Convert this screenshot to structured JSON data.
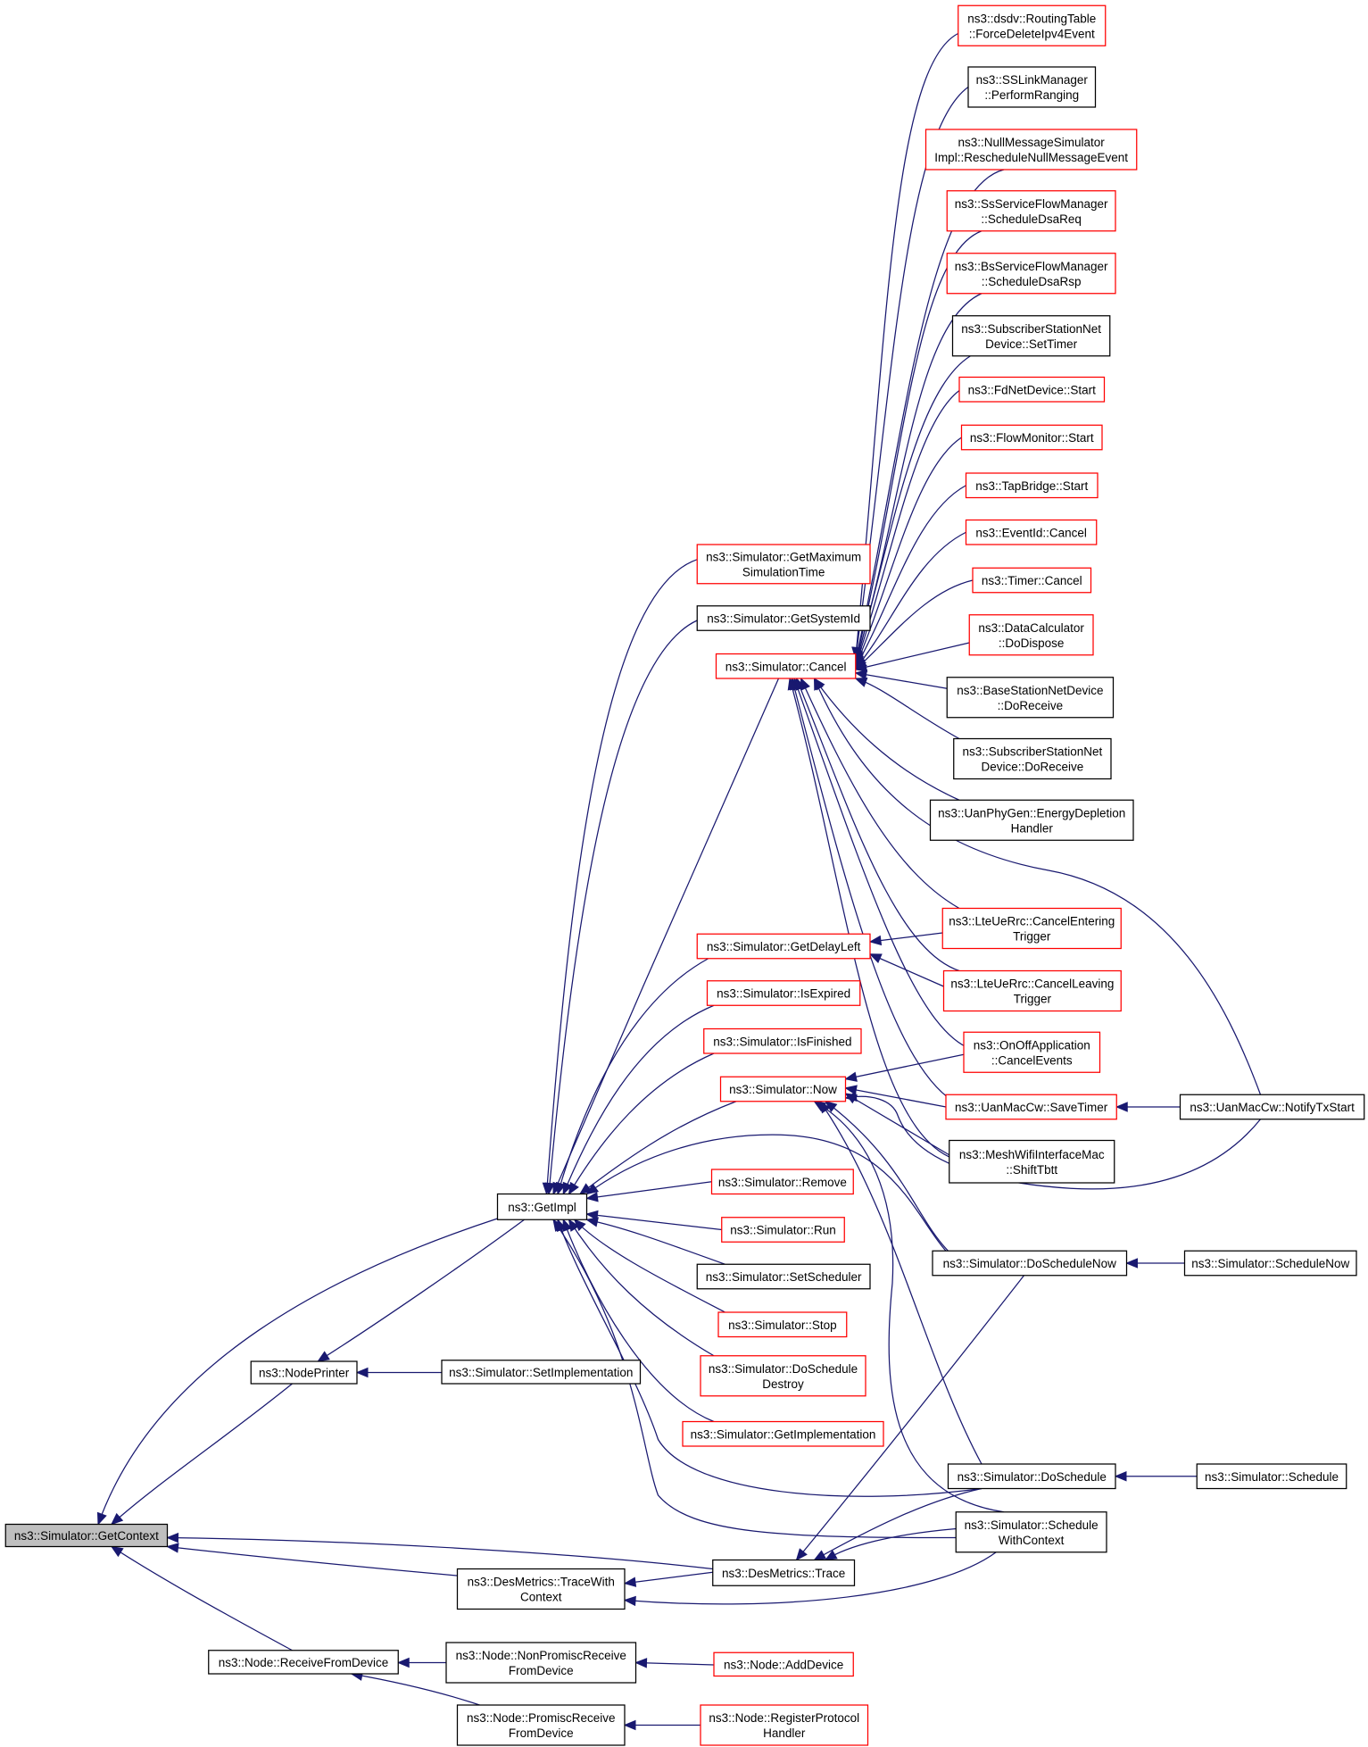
{
  "diagram": {
    "root": "ns3::Simulator::GetContext",
    "nodes": [
      {
        "id": "GetContext",
        "label": "ns3::Simulator::GetContext",
        "style": "root"
      },
      {
        "id": "NodePrinter",
        "label": "ns3::NodePrinter",
        "style": "black"
      },
      {
        "id": "GetImpl",
        "label": "ns3::GetImpl",
        "style": "black"
      },
      {
        "id": "TraceWithContext",
        "label": "ns3::DesMetrics::TraceWith\nContext",
        "style": "black"
      },
      {
        "id": "Trace",
        "label": "ns3::DesMetrics::Trace",
        "style": "black"
      },
      {
        "id": "ReceiveFromDevice",
        "label": "ns3::Node::ReceiveFromDevice",
        "style": "black"
      },
      {
        "id": "NonPromisc",
        "label": "ns3::Node::NonPromiscReceive\nFromDevice",
        "style": "black"
      },
      {
        "id": "Promisc",
        "label": "ns3::Node::PromiscReceive\nFromDevice",
        "style": "black"
      },
      {
        "id": "AddDevice",
        "label": "ns3::Node::AddDevice",
        "style": "red"
      },
      {
        "id": "RegisterProtocol",
        "label": "ns3::Node::RegisterProtocol\nHandler",
        "style": "red"
      },
      {
        "id": "SetImplementation",
        "label": "ns3::Simulator::SetImplementation",
        "style": "black"
      },
      {
        "id": "GetMaximum",
        "label": "ns3::Simulator::GetMaximum\nSimulationTime",
        "style": "red"
      },
      {
        "id": "GetSystemId",
        "label": "ns3::Simulator::GetSystemId",
        "style": "black"
      },
      {
        "id": "Cancel",
        "label": "ns3::Simulator::Cancel",
        "style": "red"
      },
      {
        "id": "GetDelayLeft",
        "label": "ns3::Simulator::GetDelayLeft",
        "style": "red"
      },
      {
        "id": "IsExpired",
        "label": "ns3::Simulator::IsExpired",
        "style": "red"
      },
      {
        "id": "IsFinished",
        "label": "ns3::Simulator::IsFinished",
        "style": "red"
      },
      {
        "id": "Now",
        "label": "ns3::Simulator::Now",
        "style": "red"
      },
      {
        "id": "Remove",
        "label": "ns3::Simulator::Remove",
        "style": "red"
      },
      {
        "id": "Run",
        "label": "ns3::Simulator::Run",
        "style": "red"
      },
      {
        "id": "SetScheduler",
        "label": "ns3::Simulator::SetScheduler",
        "style": "black"
      },
      {
        "id": "Stop",
        "label": "ns3::Simulator::Stop",
        "style": "red"
      },
      {
        "id": "DoScheduleDestroy",
        "label": "ns3::Simulator::DoSchedule\nDestroy",
        "style": "red"
      },
      {
        "id": "GetImplementation",
        "label": "ns3::Simulator::GetImplementation",
        "style": "red"
      },
      {
        "id": "ForceDelete",
        "label": "ns3::dsdv::RoutingTable\n::ForceDeleteIpv4Event",
        "style": "red"
      },
      {
        "id": "PerformRanging",
        "label": "ns3::SSLinkManager\n::PerformRanging",
        "style": "black"
      },
      {
        "id": "NullMessage",
        "label": "ns3::NullMessageSimulator\nImpl::RescheduleNullMessageEvent",
        "style": "red"
      },
      {
        "id": "SsDsaReq",
        "label": "ns3::SsServiceFlowManager\n::ScheduleDsaReq",
        "style": "red"
      },
      {
        "id": "BsDsaRsp",
        "label": "ns3::BsServiceFlowManager\n::ScheduleDsaRsp",
        "style": "red"
      },
      {
        "id": "SubSetTimer",
        "label": "ns3::SubscriberStationNet\nDevice::SetTimer",
        "style": "black"
      },
      {
        "id": "FdStart",
        "label": "ns3::FdNetDevice::Start",
        "style": "red"
      },
      {
        "id": "FlowStart",
        "label": "ns3::FlowMonitor::Start",
        "style": "red"
      },
      {
        "id": "TapStart",
        "label": "ns3::TapBridge::Start",
        "style": "red"
      },
      {
        "id": "EventCancel",
        "label": "ns3::EventId::Cancel",
        "style": "red"
      },
      {
        "id": "TimerCancel",
        "label": "ns3::Timer::Cancel",
        "style": "red"
      },
      {
        "id": "DataCalc",
        "label": "ns3::DataCalculator\n::DoDispose",
        "style": "red"
      },
      {
        "id": "BaseDoReceive",
        "label": "ns3::BaseStationNetDevice\n::DoReceive",
        "style": "black"
      },
      {
        "id": "SubDoReceive",
        "label": "ns3::SubscriberStationNet\nDevice::DoReceive",
        "style": "black"
      },
      {
        "id": "UanEnergy",
        "label": "ns3::UanPhyGen::EnergyDepletion\nHandler",
        "style": "black"
      },
      {
        "id": "LteEntering",
        "label": "ns3::LteUeRrc::CancelEntering\nTrigger",
        "style": "red"
      },
      {
        "id": "LteLeaving",
        "label": "ns3::LteUeRrc::CancelLeaving\nTrigger",
        "style": "red"
      },
      {
        "id": "OnOff",
        "label": "ns3::OnOffApplication\n::CancelEvents",
        "style": "red"
      },
      {
        "id": "SaveTimer",
        "label": "ns3::UanMacCw::SaveTimer",
        "style": "red"
      },
      {
        "id": "ShiftTbtt",
        "label": "ns3::MeshWifiInterfaceMac\n::ShiftTbtt",
        "style": "black"
      },
      {
        "id": "NotifyTxStart",
        "label": "ns3::UanMacCw::NotifyTxStart",
        "style": "black"
      },
      {
        "id": "DoScheduleNow",
        "label": "ns3::Simulator::DoScheduleNow",
        "style": "black"
      },
      {
        "id": "ScheduleNow",
        "label": "ns3::Simulator::ScheduleNow",
        "style": "black"
      },
      {
        "id": "DoSchedule",
        "label": "ns3::Simulator::DoSchedule",
        "style": "black"
      },
      {
        "id": "Schedule",
        "label": "ns3::Simulator::Schedule",
        "style": "black"
      },
      {
        "id": "ScheduleWithContext",
        "label": "ns3::Simulator::Schedule\nWithContext",
        "style": "black"
      }
    ],
    "edges": [
      [
        "GetContext",
        "GetImpl"
      ],
      [
        "GetContext",
        "NodePrinter"
      ],
      [
        "GetContext",
        "Trace"
      ],
      [
        "GetContext",
        "TraceWithContext"
      ],
      [
        "GetContext",
        "ReceiveFromDevice"
      ],
      [
        "NodePrinter",
        "GetImpl"
      ],
      [
        "NodePrinter",
        "SetImplementation"
      ],
      [
        "GetImpl",
        "GetMaximum"
      ],
      [
        "GetImpl",
        "GetSystemId"
      ],
      [
        "GetImpl",
        "Cancel"
      ],
      [
        "GetImpl",
        "GetDelayLeft"
      ],
      [
        "GetImpl",
        "IsExpired"
      ],
      [
        "GetImpl",
        "IsFinished"
      ],
      [
        "GetImpl",
        "Now"
      ],
      [
        "GetImpl",
        "DoScheduleNow"
      ],
      [
        "GetImpl",
        "Remove"
      ],
      [
        "GetImpl",
        "Run"
      ],
      [
        "GetImpl",
        "SetScheduler"
      ],
      [
        "GetImpl",
        "Stop"
      ],
      [
        "GetImpl",
        "DoScheduleDestroy"
      ],
      [
        "GetImpl",
        "GetImplementation"
      ],
      [
        "GetImpl",
        "DoSchedule"
      ],
      [
        "GetImpl",
        "ScheduleWithContext"
      ],
      [
        "Cancel",
        "ForceDelete"
      ],
      [
        "Cancel",
        "PerformRanging"
      ],
      [
        "Cancel",
        "NullMessage"
      ],
      [
        "Cancel",
        "SsDsaReq"
      ],
      [
        "Cancel",
        "BsDsaRsp"
      ],
      [
        "Cancel",
        "SubSetTimer"
      ],
      [
        "Cancel",
        "FdStart"
      ],
      [
        "Cancel",
        "FlowStart"
      ],
      [
        "Cancel",
        "TapStart"
      ],
      [
        "Cancel",
        "EventCancel"
      ],
      [
        "Cancel",
        "TimerCancel"
      ],
      [
        "Cancel",
        "DataCalc"
      ],
      [
        "Cancel",
        "BaseDoReceive"
      ],
      [
        "Cancel",
        "SubDoReceive"
      ],
      [
        "Cancel",
        "UanEnergy"
      ],
      [
        "Cancel",
        "NotifyTxStart"
      ],
      [
        "Cancel",
        "LteEntering"
      ],
      [
        "Cancel",
        "LteLeaving"
      ],
      [
        "Cancel",
        "OnOff"
      ],
      [
        "Cancel",
        "SaveTimer"
      ],
      [
        "Cancel",
        "ShiftTbtt"
      ],
      [
        "GetDelayLeft",
        "LteEntering"
      ],
      [
        "GetDelayLeft",
        "LteLeaving"
      ],
      [
        "Now",
        "OnOff"
      ],
      [
        "Now",
        "SaveTimer"
      ],
      [
        "Now",
        "ShiftTbtt"
      ],
      [
        "Now",
        "NotifyTxStart"
      ],
      [
        "Now",
        "DoScheduleNow"
      ],
      [
        "Now",
        "DoSchedule"
      ],
      [
        "Now",
        "ScheduleWithContext"
      ],
      [
        "SaveTimer",
        "NotifyTxStart"
      ],
      [
        "DoScheduleNow",
        "ScheduleNow"
      ],
      [
        "DoSchedule",
        "Schedule"
      ],
      [
        "TraceWithContext",
        "Trace"
      ],
      [
        "TraceWithContext",
        "ScheduleWithContext"
      ],
      [
        "Trace",
        "DoScheduleNow"
      ],
      [
        "Trace",
        "DoSchedule"
      ],
      [
        "Trace",
        "ScheduleWithContext"
      ],
      [
        "ReceiveFromDevice",
        "NonPromisc"
      ],
      [
        "ReceiveFromDevice",
        "Promisc"
      ],
      [
        "NonPromisc",
        "AddDevice"
      ],
      [
        "Promisc",
        "RegisterProtocol"
      ]
    ]
  },
  "colors": {
    "edge": "#191970",
    "root_fill": "#bfbfbf",
    "red_border": "#ff0000",
    "black_border": "#000000"
  }
}
